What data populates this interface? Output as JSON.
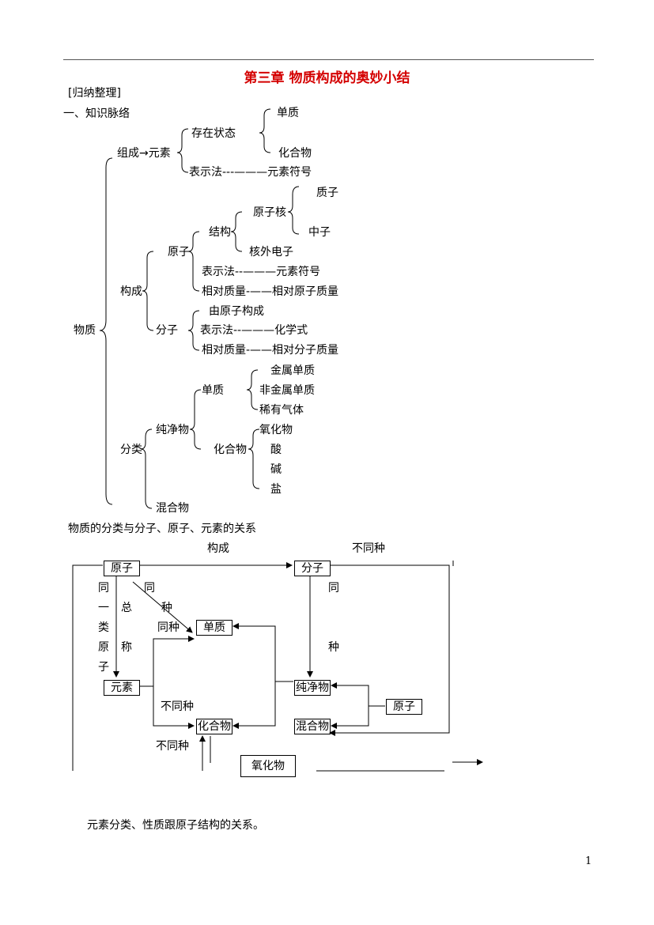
{
  "header": {
    "title": "第三章  物质构成的奥妙小结",
    "page_number": "1"
  },
  "intro": {
    "label": "[归纳整理]",
    "section1": "一、知识脉络"
  },
  "tree": {
    "root": "物质",
    "zucheng": "组成",
    "yuansu": "元素",
    "cunzai": "存在状态",
    "danzhi": "单质",
    "huahewu": "化合物",
    "biaoshifa1": "表示法---———元素符号",
    "goucheng": "构成",
    "yuanzi": "原子",
    "jiegou": "结构",
    "yuanzihe": "原子核",
    "zhizi": "质子",
    "zhongzi": "中子",
    "hewaidianzi": "核外电子",
    "biaoshifa2": "表示法--———元素符号",
    "xiangdui1": "相对质量-——相对原子质量",
    "fenzi": "分子",
    "youyuanzi": "由原子构成",
    "biaoshifa3": "表示法--———化学式",
    "xiangdui2": "相对质量-——相对分子质量",
    "fenlei": "分类",
    "chunjingwu": "纯净物",
    "danzhi2": "单质",
    "jinshu": "金属单质",
    "feijinshu": "非金属单质",
    "xiyou": "稀有气体",
    "huahewu2": "化合物",
    "yanghuawu": "氧化物",
    "suan": "酸",
    "jian": "碱",
    "yan": "盐",
    "hunhewu": "混合物"
  },
  "section2": {
    "caption": "物质的分类与分子、原子、元素的关系",
    "goucheng": "构成",
    "butongzhong_top": "不同种",
    "yuanzi": "原子",
    "fenzi": "分子",
    "tong_a": "同",
    "yi": "一",
    "lei": "类",
    "yuan": "原",
    "zi": "子",
    "tong_b": "同",
    "zong": "总",
    "cheng": "称",
    "zhong": "种",
    "tongzhong": "同种",
    "tong_c": "同",
    "zhong_c": "种",
    "danzhi": "单质",
    "yuansu": "元素",
    "chunjingwu": "纯净物",
    "yuanzi2": "原子",
    "butongzhong_mid": "不同种",
    "huahewu": "化合物",
    "hunhewu": "混合物",
    "butongzhong_low": "不同种",
    "yanghuawu": "氧化物"
  },
  "footer": {
    "note": "元素分类、性质跟原子结构的关系。"
  }
}
